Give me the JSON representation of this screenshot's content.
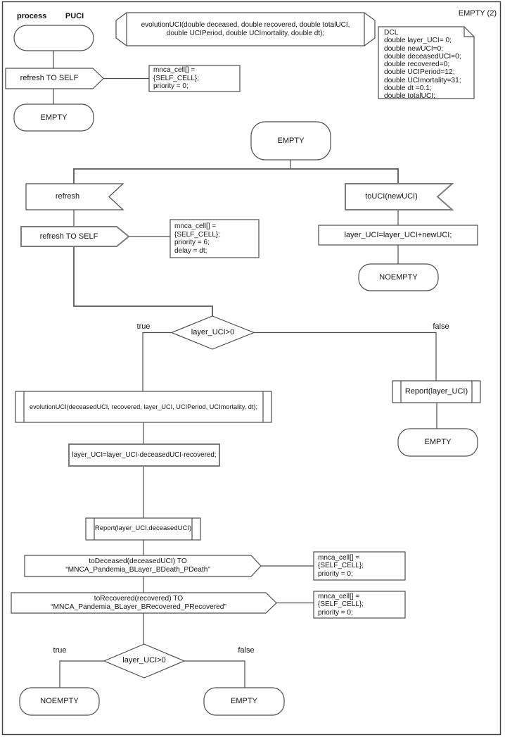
{
  "colors": {
    "background": "#ffffff",
    "stroke": "#4d4d4d",
    "stroke_light": "#7c7c7c",
    "text": "#141414"
  },
  "header": {
    "process_label": "process",
    "process_name": "PUCI",
    "page_label": "EMPTY (2)"
  },
  "declarations": {
    "procedure_decl": "evolutionUCI(double deceased, double recovered, double totalUCI,\ndouble UCIPeriod, double UCImortality, double dt);",
    "dcl_note": "DCL\ndouble layer_UCI= 0;\ndouble newUCI=0;\ndouble deceasedUCI=0;\ndouble recovered=0;\ndouble UCIPeriod=12;\ndouble UCImortality=31;\ndouble dt =0.1;\ndouble totalUCI;"
  },
  "start_chain": {
    "output_refresh_self": "refresh TO SELF",
    "comment": "mnca_cell[] = {SELF_CELL};\npriority = 0;",
    "state_empty": "EMPTY"
  },
  "main": {
    "state_empty": "EMPTY"
  },
  "refresh_branch": {
    "input_refresh": "refresh",
    "output_refresh_self": "refresh TO SELF",
    "comment": "mnca_cell[] = {SELF_CELL};\npriority = 6;\ndelay = dt;"
  },
  "touci_branch": {
    "input_touci": "toUCI(newUCI)",
    "task_add": "layer_UCI=layer_UCI+newUCI;",
    "state_noempty": "NOEMPTY"
  },
  "decision1": {
    "condition": "layer_UCI>0",
    "true_label": "true",
    "false_label": "false"
  },
  "true_branch": {
    "call_evolution": "evolutionUCI(deceasedUCI, recovered, layer_UCI, UCIPeriod, UCImortality, dt);",
    "task_subtract": "layer_UCI=layer_UCI-deceasedUCI-recovered;",
    "call_report": "Report(layer_UCI,deceasedUCI)",
    "output_todeceased": "toDeceased(deceasedUCI) TO “MNCA_Pandemia_BLayer_BDeath_PDeath”",
    "comment_todeceased": "mnca_cell[] = {SELF_CELL};\npriority = 0;",
    "output_torecovered": "toRecovered(recovered) TO “MNCA_Pandemia_BLayer_BRecovered_PRecovered”",
    "comment_torecovered": "mnca_cell[] = {SELF_CELL};\npriority = 0;"
  },
  "false_branch": {
    "call_report": "Report(layer_UCI)",
    "state_empty": "EMPTY"
  },
  "decision2": {
    "condition": "layer_UCI>0",
    "true_label": "true",
    "false_label": "false",
    "state_true": "NOEMPTY",
    "state_false": "EMPTY"
  }
}
